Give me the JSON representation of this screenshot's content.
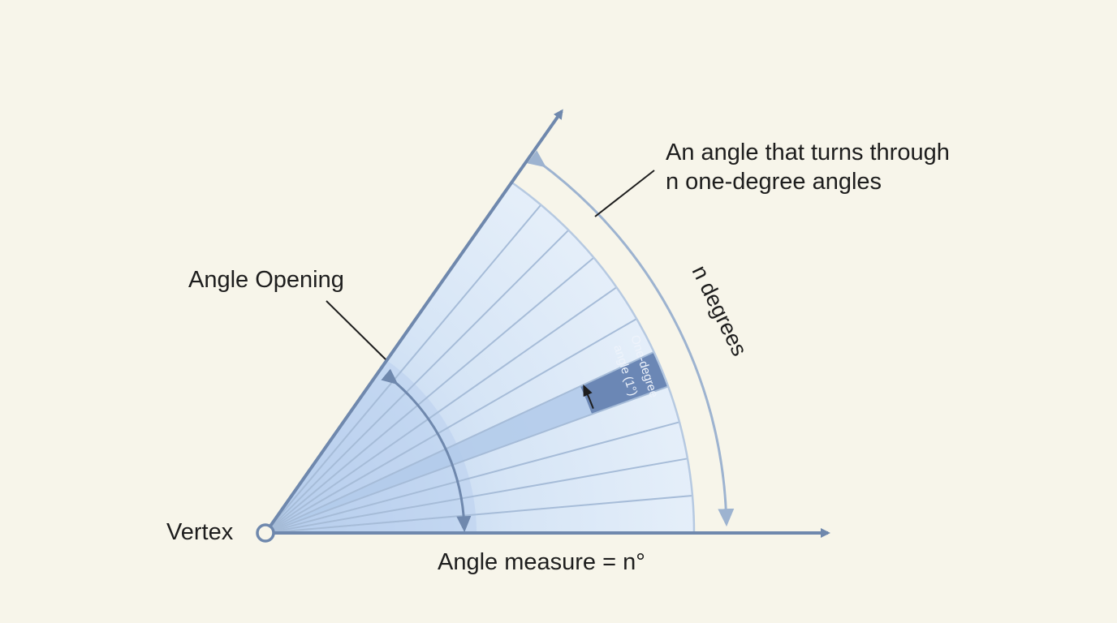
{
  "labels": {
    "title_line1": "An angle that turns through",
    "title_line2": "n one-degree angles",
    "angle_opening": "Angle Opening",
    "n_degrees": "n degrees",
    "one_degree_line1": "One-degree",
    "one_degree_line2": "angle (1°)",
    "vertex": "Vertex",
    "measure": "Angle measure = n°"
  },
  "colors": {
    "background": "#f7f5ea",
    "ray": "#6f88ad",
    "fill_light": "#dbe8f7",
    "fill_mid": "#c6daf2",
    "highlight": "#6b87b5",
    "spoke": "#a6bcd8",
    "outer_arc": "#9db3d0",
    "text": "#1d1d1d"
  },
  "figure": {
    "sector_count": 11,
    "highlighted_sector": 4
  }
}
